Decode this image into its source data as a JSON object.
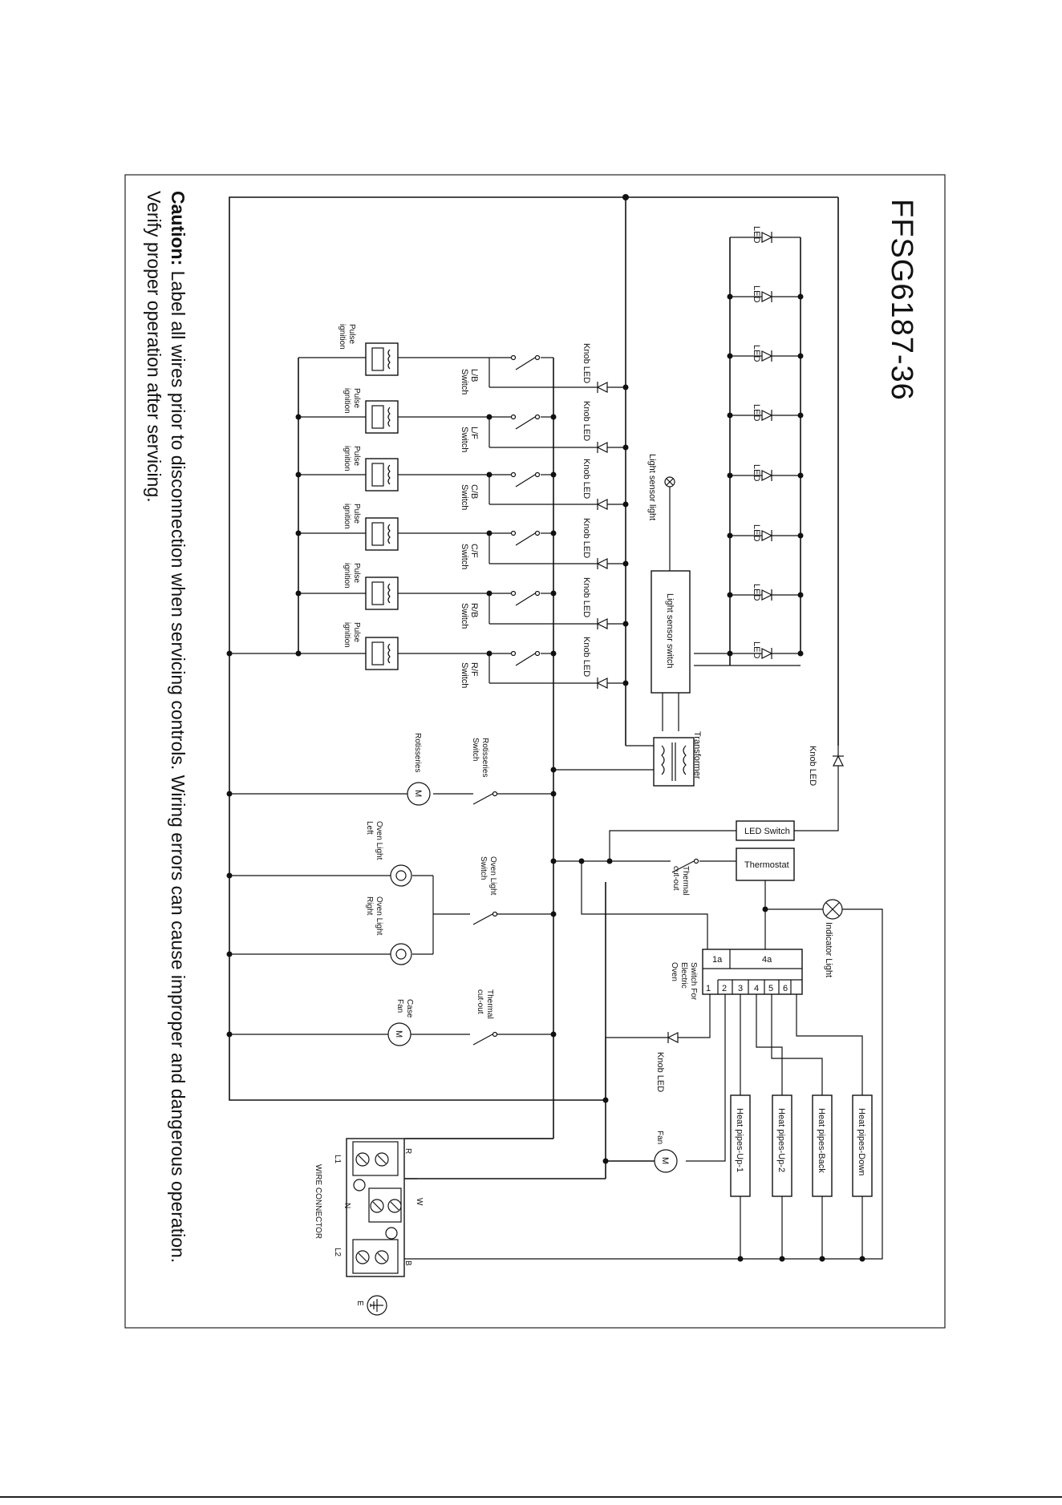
{
  "model": "FFSG6187-36",
  "caution": {
    "label": "Caution:",
    "line1": " Label all wires prior to disconnection when servicing controls. Wiring errors can cause improper and dangerous operation.",
    "line2": "Verify proper operation after servicing."
  },
  "led_label": "LED",
  "knob_led_label": "Knob LED",
  "pulse_ignition_line1": "Pulse",
  "pulse_ignition_line2": "ignition",
  "switches": [
    {
      "line1": "L/B",
      "line2": "Switch"
    },
    {
      "line1": "L/F",
      "line2": "Switch"
    },
    {
      "line1": "C/B",
      "line2": "Switch"
    },
    {
      "line1": "C/F",
      "line2": "Switch"
    },
    {
      "line1": "R/B",
      "line2": "Switch"
    },
    {
      "line1": "R/F",
      "line2": "Switch"
    }
  ],
  "light_sensor_light": "Light sensor light",
  "light_sensor_switch": "Light sensor switch",
  "transformer": "Transformer",
  "rotisseries_switch_line1": "Rotisseries",
  "rotisseries_switch_line2": "Switch",
  "rotisseries": "Rotisseries",
  "motor_symbol": "M",
  "oven_light_switch_line1": "Oven Light",
  "oven_light_switch_line2": "Switch",
  "oven_light_left_line1": "Oven Light",
  "oven_light_left_line2": "Left",
  "oven_light_right_line1": "Oven Light",
  "oven_light_right_line2": "Right",
  "thermal_cutout_line1": "Thermal",
  "thermal_cutout_line2": "cut-out",
  "case_fan_line1": "Case",
  "case_fan_line2": "Fan",
  "led_switch": "LED Switch",
  "thermostat": "Thermostat",
  "indicator_light": "Indicator Light",
  "electric_oven_switch_line1": "Switch For",
  "electric_oven_switch_line2": "Electric",
  "electric_oven_switch_line3": "Oven",
  "switch_terminals_top": [
    "1a",
    "4a"
  ],
  "switch_terminals": [
    "1",
    "2",
    "3",
    "4",
    "5",
    "6"
  ],
  "heat_pipes": [
    "Heat pipes-Up-1",
    "Heat pipes-Up-2",
    "Heat pipes-Back",
    "Heat pipes-Down"
  ],
  "fan": "Fan",
  "wire_connector": "WIRE CONNECTOR",
  "connector_wires": [
    "R",
    "W",
    "B"
  ],
  "connector_terminals": [
    "L1",
    "N",
    "L2"
  ],
  "earth": "E"
}
